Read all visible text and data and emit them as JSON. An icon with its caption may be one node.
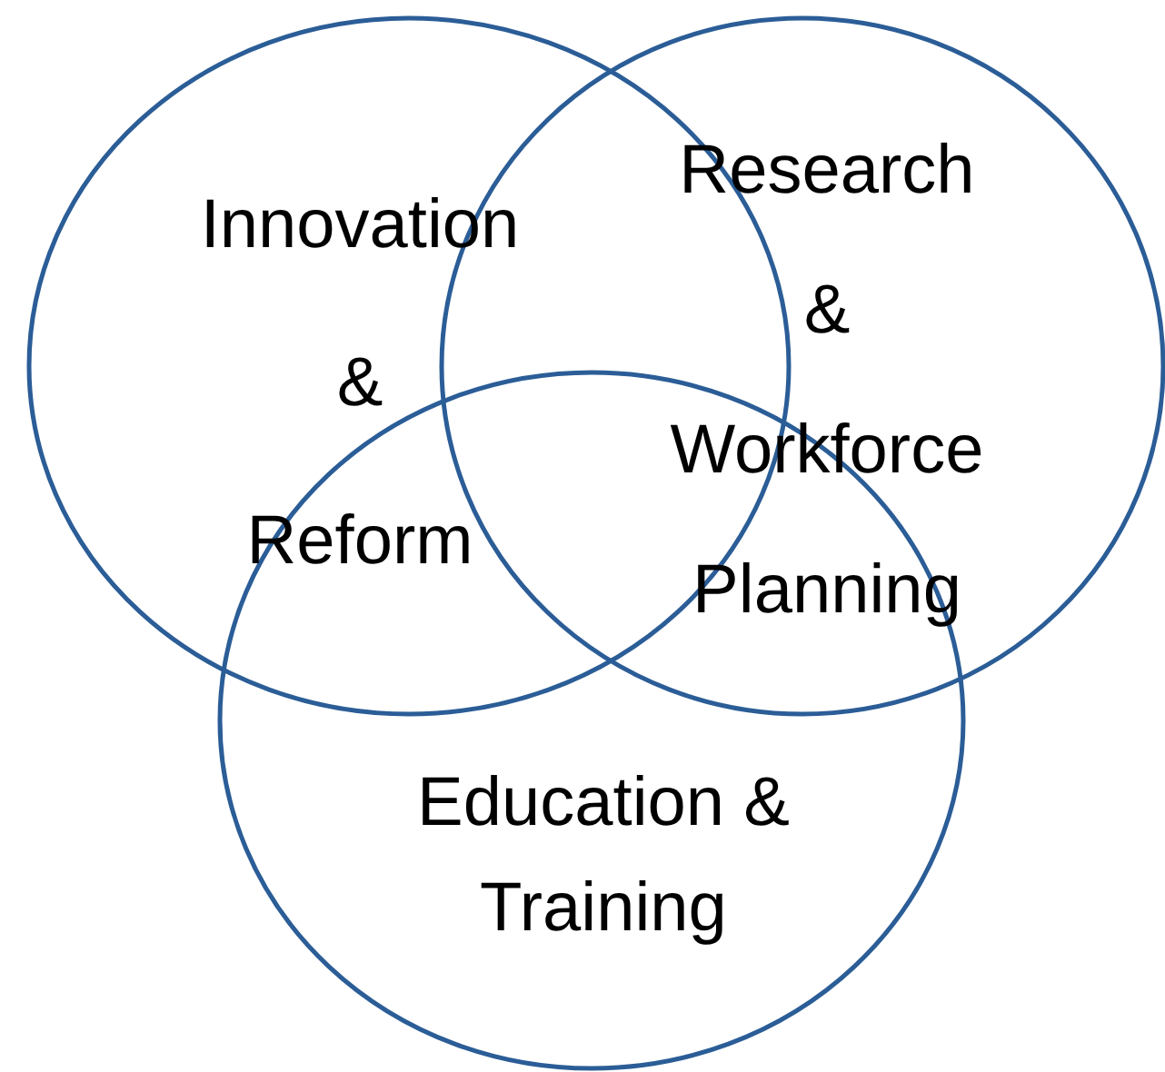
{
  "diagram": {
    "nodes": [
      {
        "text": [
          "Innovation & Reform"
        ]
      },
      {
        "text": [
          "Research & Workforce Planning"
        ]
      },
      {
        "text": [
          "Education & Training"
        ]
      }
    ],
    "edges": []
  }
}
